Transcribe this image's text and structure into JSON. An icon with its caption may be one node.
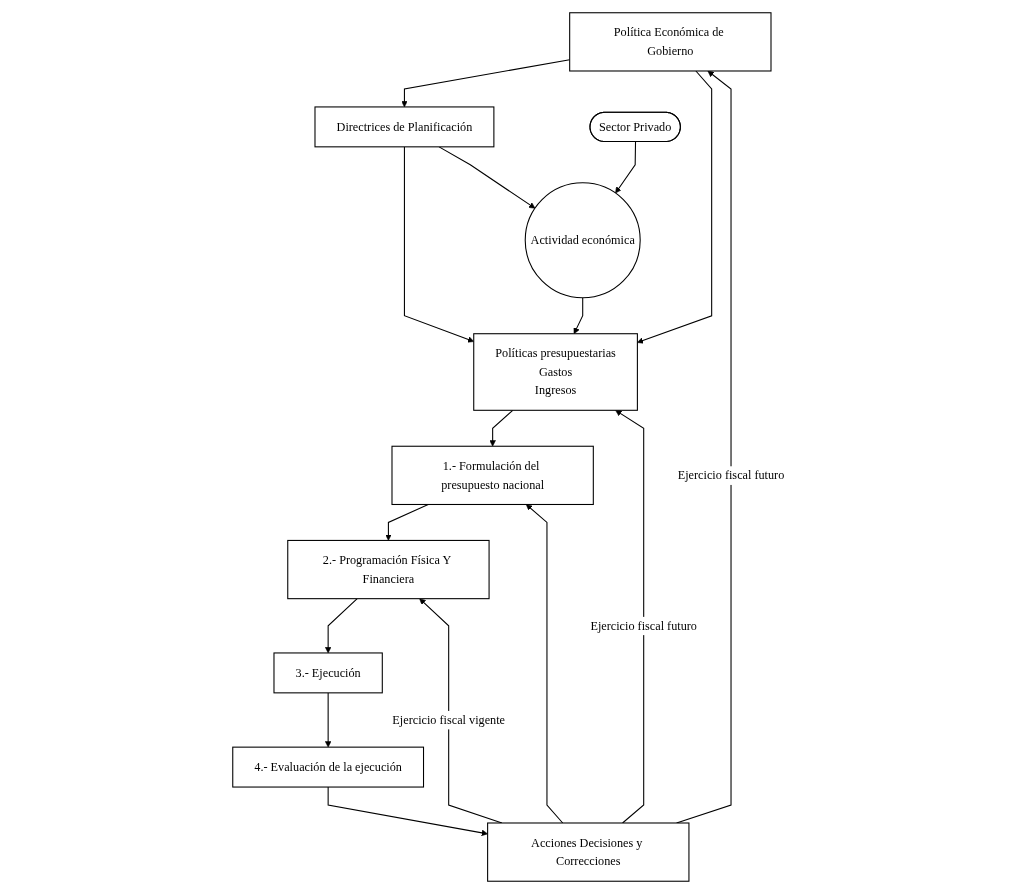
{
  "diagram": {
    "nodes": [
      {
        "text": [
          "Política Económica de Gobierno"
        ]
      },
      {
        "text": [
          "Directrices de Planificación"
        ]
      },
      {
        "text": [
          "Políticas presupuestarias",
          "Gastos",
          "Ingresos"
        ]
      },
      {
        "text": [
          "1.- Formulación del presupuesto nacional"
        ]
      },
      {
        "text": [
          "Actividad económica"
        ]
      },
      {
        "text": [
          "2.- Programación Física Y Financiera"
        ]
      },
      {
        "text": [
          "Sector Privado"
        ]
      },
      {
        "text": [
          "3.- Ejecución"
        ]
      },
      {
        "text": [
          "4.- Evaluación de la ejecución"
        ]
      },
      {
        "text": [
          "Acciones Decisiones y Correcciones"
        ]
      }
    ],
    "edges": [
      {
        "from": 0,
        "to": 1,
        "arrow": "to"
      },
      {
        "from": 0,
        "to": 2,
        "arrow": "to"
      },
      {
        "from": 1,
        "to": 2,
        "arrow": "to"
      },
      {
        "from": 1,
        "to": 4,
        "arrow": "to"
      },
      {
        "from": 4,
        "to": 2,
        "arrow": "to"
      },
      {
        "from": 6,
        "to": 4,
        "arrow": "to"
      },
      {
        "from": 2,
        "to": 3,
        "arrow": "to"
      },
      {
        "from": 3,
        "to": 5,
        "arrow": "to"
      },
      {
        "from": 5,
        "to": 7,
        "arrow": "to"
      },
      {
        "from": 7,
        "to": 8,
        "arrow": "to"
      },
      {
        "from": 8,
        "to": 9,
        "arrow": "to"
      },
      {
        "from": 9,
        "to": 0,
        "arrow": "to",
        "label": "Ejercicio fiscal futuro"
      },
      {
        "from": 9,
        "to": 2,
        "arrow": "to",
        "label": "Ejercicio fiscal futuro"
      },
      {
        "from": 9,
        "to": 3,
        "arrow": "to"
      },
      {
        "from": 9,
        "to": 5,
        "arrow": "to",
        "label": "Ejercicio fiscal vigente"
      }
    ]
  }
}
